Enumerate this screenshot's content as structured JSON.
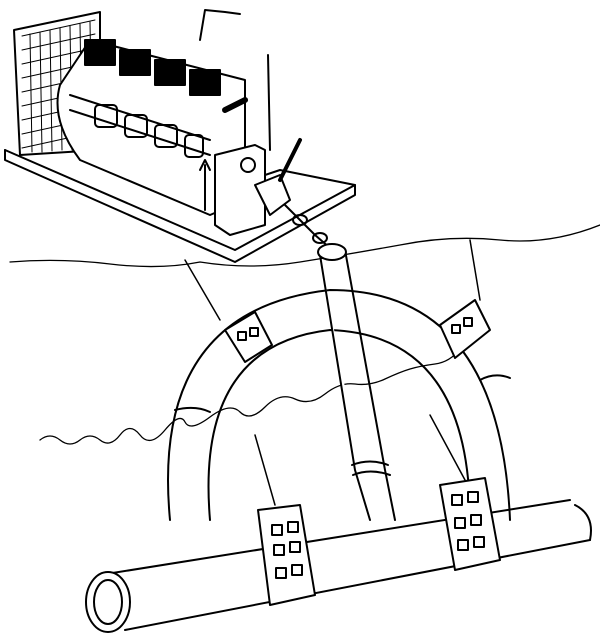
{
  "illustration": {
    "style": "black ink line drawing",
    "colors": {
      "ink": "#000000",
      "paper": "#ffffff"
    },
    "subjects": [
      "engine-on-skid",
      "drive-shaft",
      "arched-pipe-loop",
      "horizontal-pipeline",
      "pipe-clamps",
      "ground-line",
      "water-line"
    ]
  }
}
